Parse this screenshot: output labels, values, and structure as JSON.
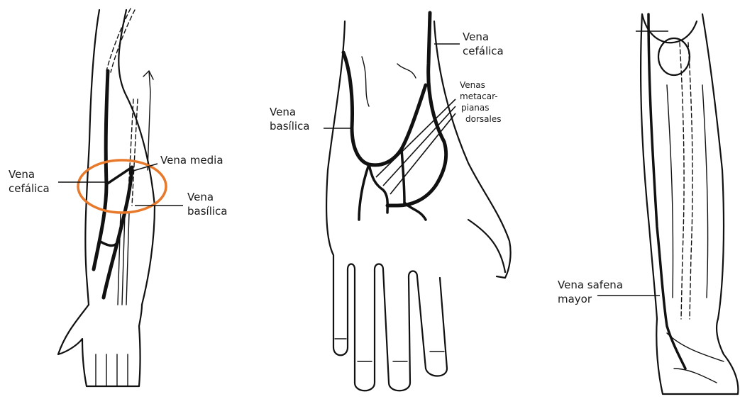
{
  "colors": {
    "ink": "#111111",
    "highlight": "#e8792a",
    "background": "#ffffff"
  },
  "panels": {
    "arm": {
      "labels": {
        "cephalic": [
          "Vena",
          "cefálica"
        ],
        "median": "Vena media",
        "basilic": [
          "Vena",
          "basílica"
        ]
      }
    },
    "hand": {
      "labels": {
        "cephalic": [
          "Vena",
          "cefálica"
        ],
        "basilic": [
          "Vena",
          "basílica"
        ],
        "metacarpal": [
          "Venas",
          "metacar-",
          "pianas",
          "dorsales"
        ]
      }
    },
    "leg": {
      "labels": {
        "saphenous": [
          "Vena safena",
          "mayor"
        ]
      }
    }
  }
}
